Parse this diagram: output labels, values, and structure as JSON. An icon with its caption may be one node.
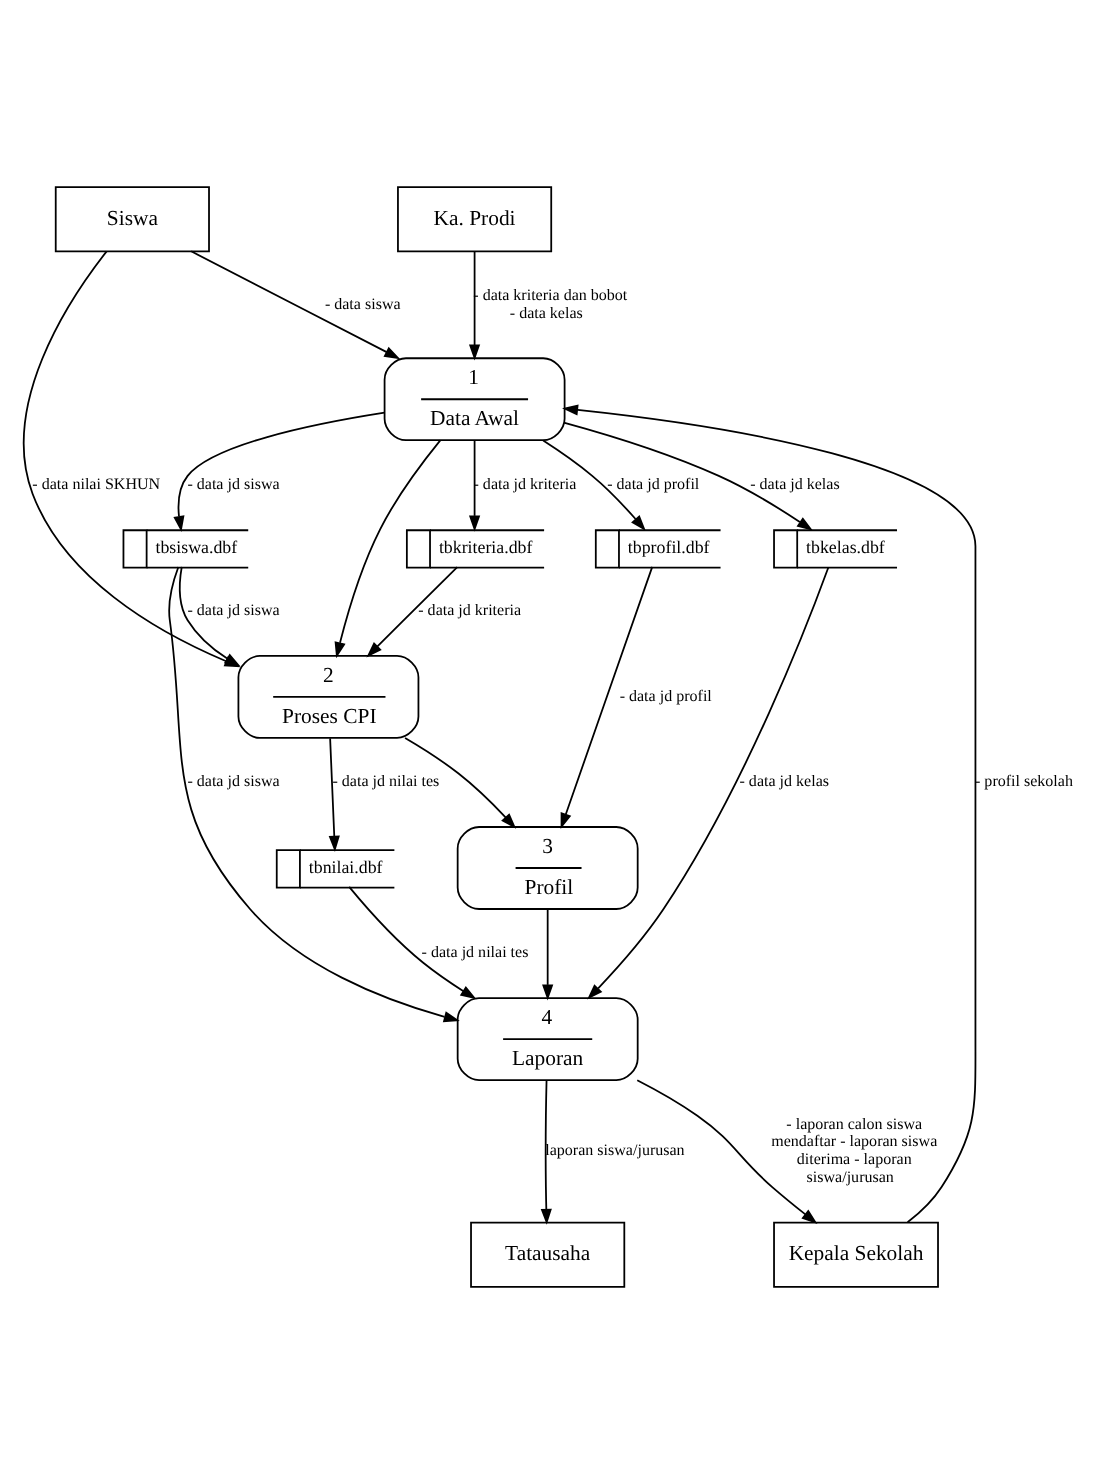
{
  "diagram": {
    "nodes": [
      {
        "text": [
          "Siswa"
        ]
      },
      {
        "text": [
          "Ka. Prodi"
        ]
      },
      {
        "text": [
          "1",
          "Data Awal"
        ]
      },
      {
        "text": [
          "tbsiswa.dbf"
        ]
      },
      {
        "text": [
          "tbkriteria.dbf"
        ]
      },
      {
        "text": [
          "tbkelas.dbf"
        ]
      },
      {
        "text": [
          "tbprofil.dbf"
        ]
      },
      {
        "text": [
          "2",
          "Proses CPI"
        ]
      },
      {
        "text": [
          "tbnilai.dbf"
        ]
      },
      {
        "text": [
          "3",
          "Profil"
        ]
      },
      {
        "text": [
          "4",
          "Laporan"
        ]
      },
      {
        "text": [
          "Tatausaha"
        ]
      },
      {
        "text": [
          "Kepala Sekolah"
        ]
      }
    ],
    "edges": [
      {
        "from": 0,
        "to": 2,
        "arrow": "to",
        "label": "- data siswa"
      },
      {
        "from": 1,
        "to": 2,
        "arrow": "to",
        "label": "- data kriteria dan bobot - data kelas"
      },
      {
        "from": 12,
        "to": 2,
        "arrow": "to",
        "label": "- profil sekolah"
      },
      {
        "from": 2,
        "to": 3,
        "arrow": "to",
        "label": "- data jd siswa"
      },
      {
        "from": 2,
        "to": 4,
        "arrow": "to",
        "label": "- data jd kriteria"
      },
      {
        "from": 2,
        "to": 5,
        "arrow": "to",
        "label": "- data jd kelas"
      },
      {
        "from": 2,
        "to": 6,
        "arrow": "to",
        "label": "- data jd profil"
      },
      {
        "from": 3,
        "to": 7,
        "arrow": "to",
        "label": "- data jd siswa"
      },
      {
        "from": 2,
        "to": 7,
        "arrow": "to"
      },
      {
        "from": 0,
        "to": 7,
        "arrow": "to",
        "label": "- data nilai SKHUN"
      },
      {
        "from": 4,
        "to": 7,
        "arrow": "to",
        "label": "- data jd kriteria"
      },
      {
        "from": 7,
        "to": 8,
        "arrow": "to",
        "label": "- data jd nilai tes"
      },
      {
        "from": 7,
        "to": 9,
        "arrow": "to"
      },
      {
        "from": 6,
        "to": 9,
        "arrow": "to",
        "label": "- data jd profil"
      },
      {
        "from": 9,
        "to": 10,
        "arrow": "to"
      },
      {
        "from": 8,
        "to": 10,
        "arrow": "to",
        "label": "- data jd nilai tes"
      },
      {
        "from": 5,
        "to": 10,
        "arrow": "to",
        "label": "- data jd kelas"
      },
      {
        "from": 3,
        "to": 10,
        "arrow": "to",
        "label": "- data jd siswa"
      },
      {
        "from": 10,
        "to": 11,
        "arrow": "to",
        "label": "laporan siswa/jurusan"
      },
      {
        "from": 10,
        "to": 12,
        "arrow": "to",
        "label": "- laporan calon siswa mendaftar - laporan siswa diterima - laporan siswa/jurusan"
      }
    ]
  }
}
